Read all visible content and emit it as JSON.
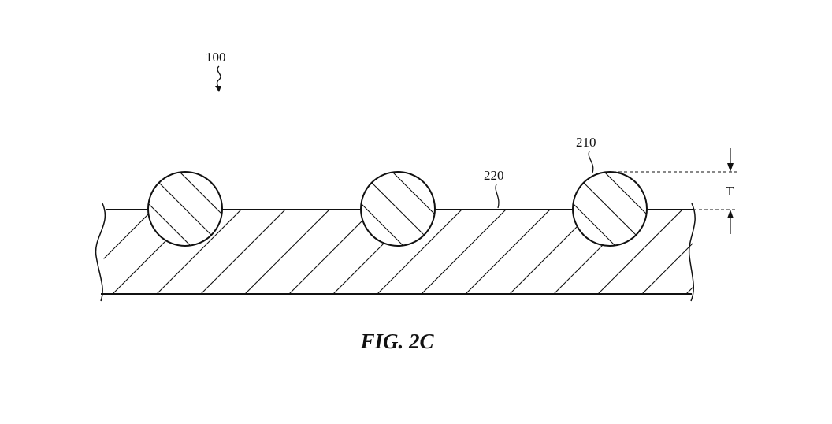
{
  "labels": {
    "assembly": "100",
    "particle": "210",
    "layer": "220",
    "thickness": "T"
  },
  "caption": "FIG. 2C",
  "colors": {
    "ink": "#111111",
    "background": "#ffffff"
  }
}
